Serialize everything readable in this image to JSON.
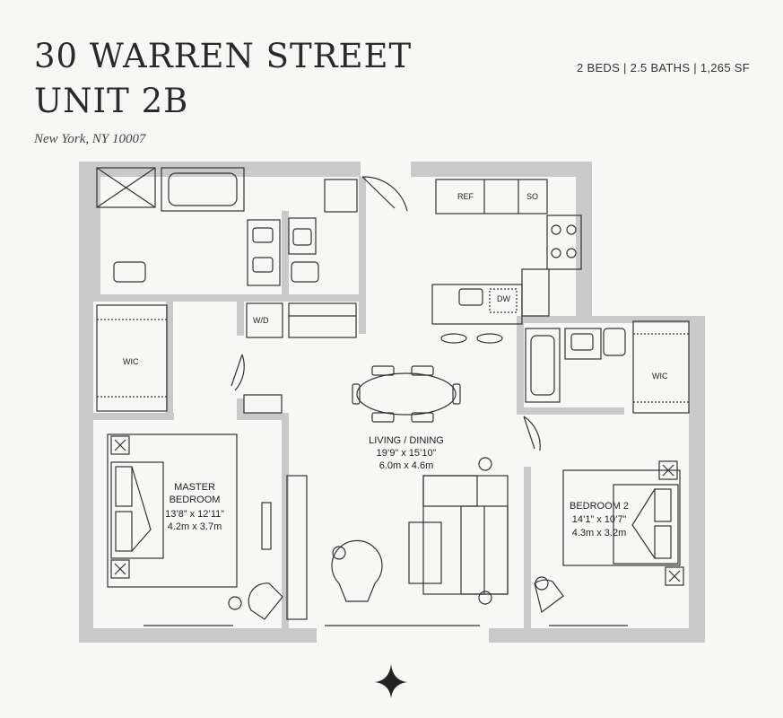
{
  "header": {
    "title_line1": "30 WARREN STREET",
    "title_line2": "UNIT 2B",
    "address": "New York, NY 10007",
    "specs": "2 BEDS | 2.5 BATHS | 1,265 SF"
  },
  "rooms": {
    "living": {
      "name": "LIVING / DINING",
      "dim_imperial": "19’9” x 15’10”",
      "dim_metric": "6.0m x 4.6m"
    },
    "master": {
      "name_line1": "MASTER",
      "name_line2": "BEDROOM",
      "dim_imperial": "13’8” x 12’11”",
      "dim_metric": "4.2m x 3.7m"
    },
    "bedroom2": {
      "name": "BEDROOM 2",
      "dim_imperial": "14’1” x 10’7”",
      "dim_metric": "4.3m x 3.2m"
    },
    "wic_left": "WIC",
    "wic_right": "WIC",
    "laundry": "W/D",
    "ref": "REF",
    "so": "SO",
    "dw": "DW"
  },
  "colors": {
    "wall": "#c9c9c9",
    "line": "#333333",
    "background": "#f7f7f6"
  },
  "icons": {
    "compass": "four-point-star-icon"
  }
}
